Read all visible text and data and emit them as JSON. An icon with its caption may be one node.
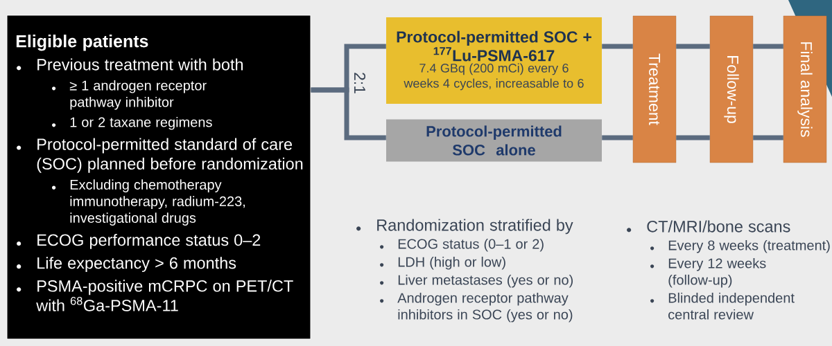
{
  "diagram": {
    "nodes": [
      {
        "text": [
          "Eligible patients",
          "Previous treatment with both",
          "≥ 1 androgen receptor pathway inhibitor",
          "1 or 2 taxane regimens",
          "Protocol-permitted standard of care (SOC) planned before randomization",
          "Excluding chemotherapy immunotherapy, radium-223, investigational drugs",
          "ECOG performance status 0–2",
          "Life expectancy > 6 months",
          "PSMA-positive mCRPC on PET/CT with $^{68}$Ga-PSMA-11"
        ]
      },
      {
        "text": [
          "Protocol-permitted SOC + $^{177}$Lu-PSMA-617",
          "7.4 GBq (200 mCi) every 6 weeks 4 cycles, increasable to 6"
        ]
      },
      {
        "text": [
          "Protocol-permitted SOC alone"
        ]
      },
      {
        "text": [
          "Treatment"
        ]
      },
      {
        "text": [
          "Follow-up"
        ]
      },
      {
        "text": [
          "Final analysis"
        ]
      }
    ],
    "edges": [
      {
        "from": 0,
        "to": 1,
        "arrow": "none"
      },
      {
        "from": 0,
        "to": 2,
        "arrow": "none"
      },
      {
        "from": 1,
        "to": 3,
        "arrow": "none"
      },
      {
        "from": 2,
        "to": 3,
        "arrow": "none"
      },
      {
        "from": 3,
        "to": 4,
        "arrow": "none"
      },
      {
        "from": 3,
        "to": 4,
        "arrow": "none"
      },
      {
        "from": 4,
        "to": 5,
        "arrow": "none"
      },
      {
        "from": 4,
        "to": 5,
        "arrow": "none"
      }
    ],
    "labels": [
      "2:1",
      "Randomization stratified by",
      "ECOG status (0–1 or 2)",
      "LDH (high or low)",
      "Liver metastases (yes or no)",
      "Androgen receptor pathway inhibitors in SOC (yes or no)",
      "CT/MRI/bone scans",
      "Every 8 weeks (treatment)",
      "Every 12 weeks (follow-up)",
      "Blinded independent central review"
    ]
  }
}
